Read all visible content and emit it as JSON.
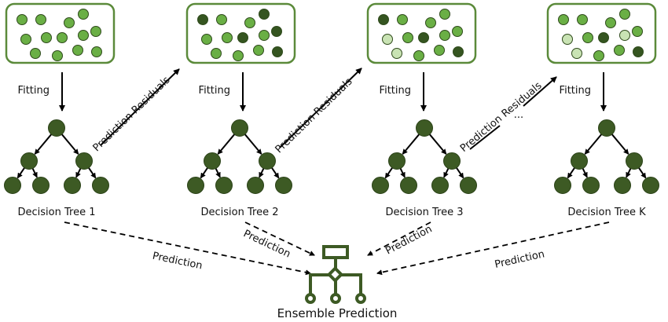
{
  "colors": {
    "box_border": "#5b8a3a",
    "node_fill": "#3d5a24",
    "node_stroke": "#2b4218",
    "arrow": "#000000",
    "ensemble_icon": "#3d5a24",
    "text": "#111111",
    "point_shades": {
      "mid": "#6aaf45",
      "dark": "#355520",
      "light": "#c9e3b4"
    }
  },
  "stages": [
    {
      "fitting_label": "Fitting",
      "tree_label": "Decision Tree 1",
      "points": [
        "mid",
        "mid",
        "mid",
        "mid",
        "mid",
        "mid",
        "mid",
        "mid",
        "mid",
        "mid",
        "mid",
        "mid",
        "mid"
      ]
    },
    {
      "fitting_label": "Fitting",
      "tree_label": "Decision Tree 2",
      "points": [
        "dark",
        "mid",
        "mid",
        "dark",
        "mid",
        "mid",
        "dark",
        "mid",
        "dark",
        "mid",
        "mid",
        "mid",
        "dark"
      ]
    },
    {
      "fitting_label": "Fitting",
      "tree_label": "Decision Tree 3",
      "points": [
        "dark",
        "mid",
        "mid",
        "mid",
        "light",
        "mid",
        "dark",
        "mid",
        "mid",
        "light",
        "mid",
        "mid",
        "dark"
      ]
    },
    {
      "fitting_label": "Fitting",
      "tree_label": "Decision Tree K",
      "points": [
        "mid",
        "mid",
        "mid",
        "mid",
        "light",
        "mid",
        "dark",
        "light",
        "mid",
        "light",
        "mid",
        "mid",
        "dark"
      ]
    }
  ],
  "residual_arrows": [
    {
      "label": "Prediction Residuals"
    },
    {
      "label": "Prediction Residuals"
    },
    {
      "label": "Prediction Residuals",
      "ellipsis": "..."
    }
  ],
  "prediction_arrows": [
    {
      "label": "Prediction"
    },
    {
      "label": "Prediction"
    },
    {
      "label": "Prediction"
    },
    {
      "label": "Prediction"
    }
  ],
  "ensemble": {
    "label": "Ensemble Prediction",
    "icon": "hierarchy-aggregation-icon"
  }
}
